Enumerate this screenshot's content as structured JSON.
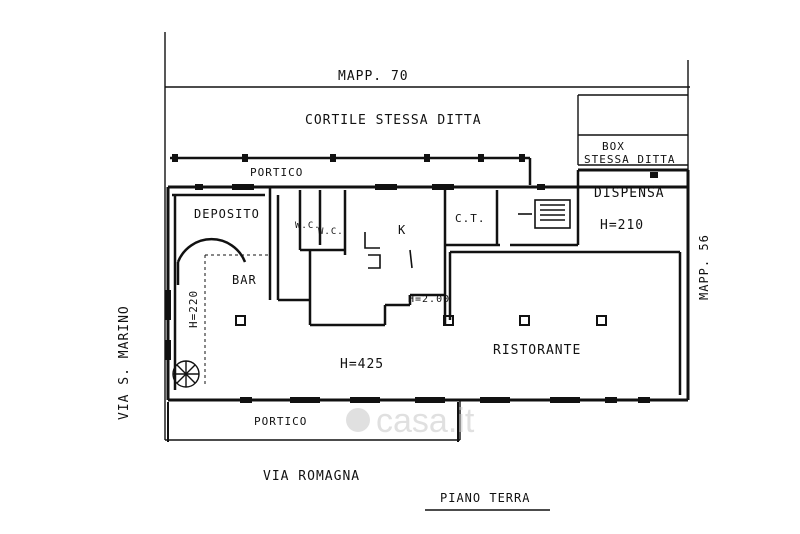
{
  "labels": {
    "mapp70": "MAPP. 70",
    "cortile": "CORTILE STESSA DITTA",
    "portico_top": "PORTICO",
    "box_line1": "BOX",
    "box_line2": "STESSA DITTA",
    "dispensa": "DISPENSA",
    "h210": "H=210",
    "deposito": "DEPOSITO",
    "wc1": "W.C.",
    "wc2": "W.C.",
    "k": "K",
    "ct": "C.T.",
    "bar": "BAR",
    "h220": "H=220",
    "h200": "H=2.00",
    "ristorante": "RISTORANTE",
    "h425": "H=425",
    "portico_bottom": "PORTICO",
    "via_san_marino": "VIA  S. MARINO",
    "mapp56": "MAPP. 56",
    "via_romagna": "VIA    ROMAGNA",
    "piano_terra": "PIANO  TERRA",
    "watermark": "casa.it"
  }
}
